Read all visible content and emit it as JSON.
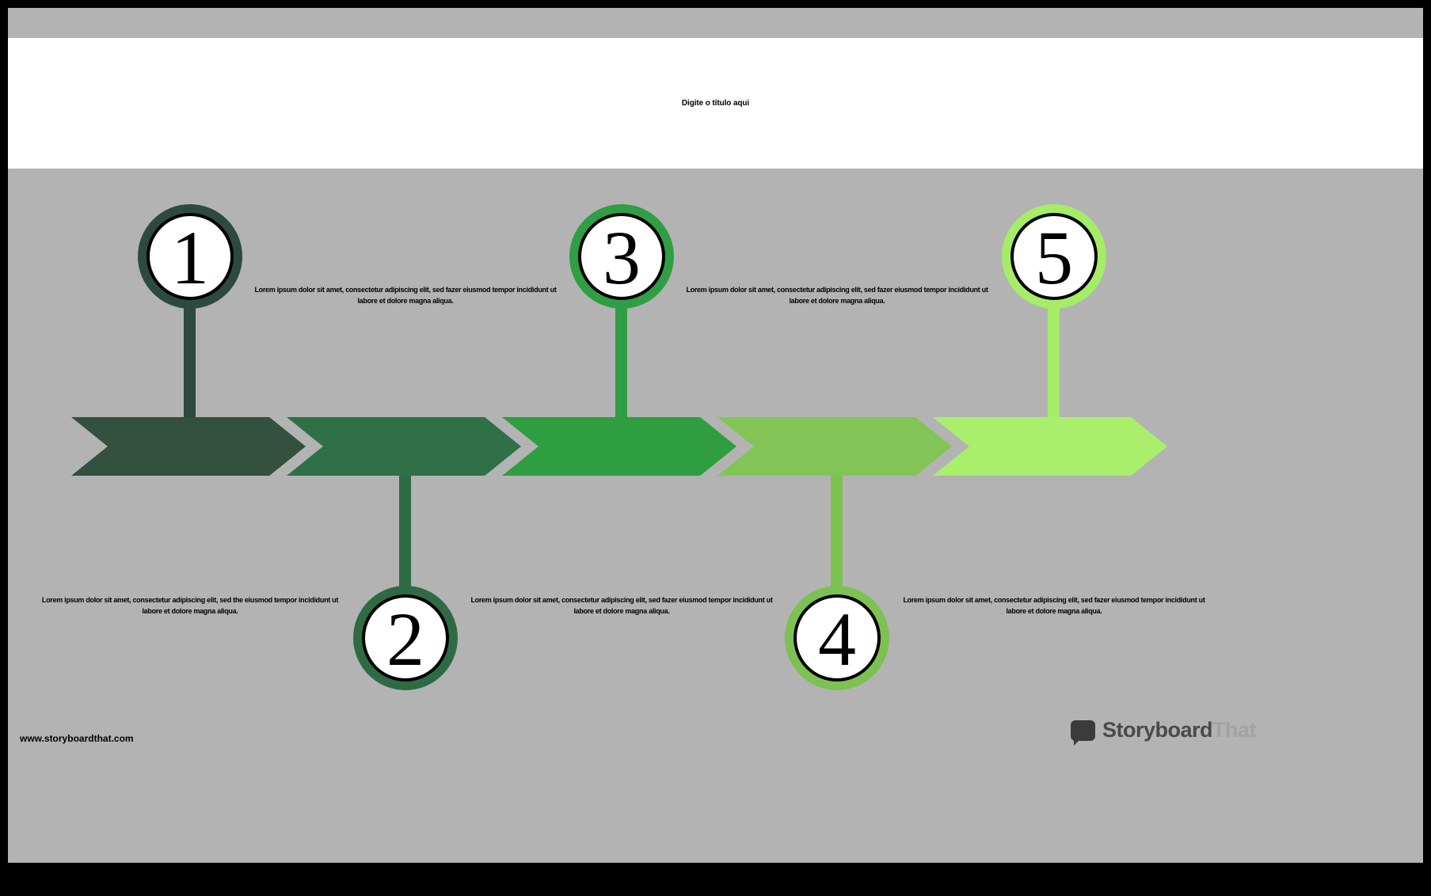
{
  "title": "Digite o título aqui",
  "footer": {
    "url": "www.storyboardthat.com",
    "brand_primary": "Storyboard",
    "brand_secondary": "That"
  },
  "colors": {
    "frame": "#000000",
    "background": "#b3b3b3",
    "title_band": "#ffffff"
  },
  "timeline": {
    "steps": [
      {
        "number": "1",
        "circle_color": "#2c4a3e",
        "arrow_color": "#34503f",
        "circle_position": "above",
        "description": "Lorem ipsum dolor sit amet, consectetur adipiscing elit, sed the eiusmod tempor incididunt ut labore et dolore magna aliqua."
      },
      {
        "number": "2",
        "circle_color": "#2e6b45",
        "arrow_color": "#2f7047",
        "circle_position": "below",
        "description": "Lorem ipsum dolor sit amet, consectetur adipiscing elit, sed fazer eiusmod tempor incididunt ut labore et dolore magna aliqua."
      },
      {
        "number": "3",
        "circle_color": "#2f9e44",
        "arrow_color": "#2f9e41",
        "circle_position": "above",
        "description": "Lorem ipsum dolor sit amet, consectetur adipiscing elit, sed fazer eiusmod tempor incididunt ut labore et dolore magna aliqua."
      },
      {
        "number": "4",
        "circle_color": "#7dc152",
        "arrow_color": "#82c556",
        "circle_position": "below",
        "description": "Lorem ipsum dolor sit amet, consectetur adipiscing elit, sed fazer eiusmod tempor incididunt ut labore et dolore magna aliqua."
      },
      {
        "number": "5",
        "circle_color": "#a5ec67",
        "arrow_color": "#a9ef6c",
        "circle_position": "above",
        "description": "Lorem ipsum dolor sit amet, consectetur adipiscing elit, sed fazer eiusmod tempor incididunt ut labore et dolore magna aliqua."
      }
    ]
  }
}
